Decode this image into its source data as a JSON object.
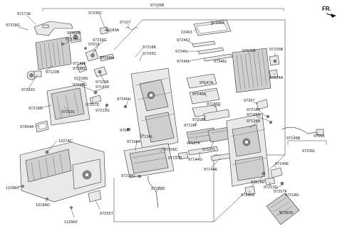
{
  "direction": {
    "label": "FR."
  },
  "labels": {
    "p97105B": "97105B",
    "p97171E": "97171E",
    "p97218G_a": "97218G",
    "p97235C": "97235C",
    "p97107": "97107",
    "p97269B": "97269B",
    "p97218G_b": "97218G",
    "p97183A": "97183A",
    "p97233G": "97233G",
    "p97018": "97018",
    "p97234H": "97234H",
    "p97123B": "97123B",
    "p97148F": "97148F",
    "p97235C_b": "97235C",
    "p97282C": "97282C",
    "p97218G_c": "97218G",
    "p97218G_d": "97218G",
    "p97115B": "97115B",
    "p97149D": "97149D",
    "p97257D": "97257D",
    "p97213G_a": "97213G",
    "p97103C": "97103C",
    "p97654A": "97654A",
    "p97218K_a": "97218K",
    "p97165C": "97165C",
    "p22463": "22463",
    "p97246K": "97246K",
    "p97246J": "97246J",
    "p97246L_a": "97246L",
    "p97246L_b": "97246L",
    "p97246L_c": "97246L",
    "p97611B": "97611B",
    "p97155B": "97155B",
    "p97624A": "97624A",
    "p97147A": "97147A",
    "p97146A": "97146A",
    "p97146D": "97146D",
    "p97367": "97367",
    "p97218K_b": "97218K",
    "p97165D": "97165D",
    "p97134R": "97134R",
    "p97246H": "97246H",
    "p97218F": "97218F",
    "p97128F": "97128F",
    "p97047": "97047",
    "p97134L": "97134L",
    "p97168A": "97168A",
    "p97206C": "97206C",
    "p97107K": "97107K",
    "p97107L": "97107L",
    "p97137D": "97137D",
    "p97144G": "97144G",
    "p97144E": "97144E",
    "p97149B": "97149B",
    "p97065": "97065",
    "p97236L": "97236L",
    "p97149E": "97149E",
    "p97614H": "97614H",
    "p97213G_b": "97213G",
    "p97257F": "97257F",
    "p97218G_e": "97218G",
    "p97218G_f": "97218G",
    "p97238D": "97238D",
    "p97246H_b": "97246H",
    "p97282D": "97282D",
    "p1327AC": "1327AC",
    "p1129EJ": "1129EJ",
    "p1018AD": "1018AD",
    "p97255T": "97255T",
    "p1125KF": "1125KF"
  }
}
